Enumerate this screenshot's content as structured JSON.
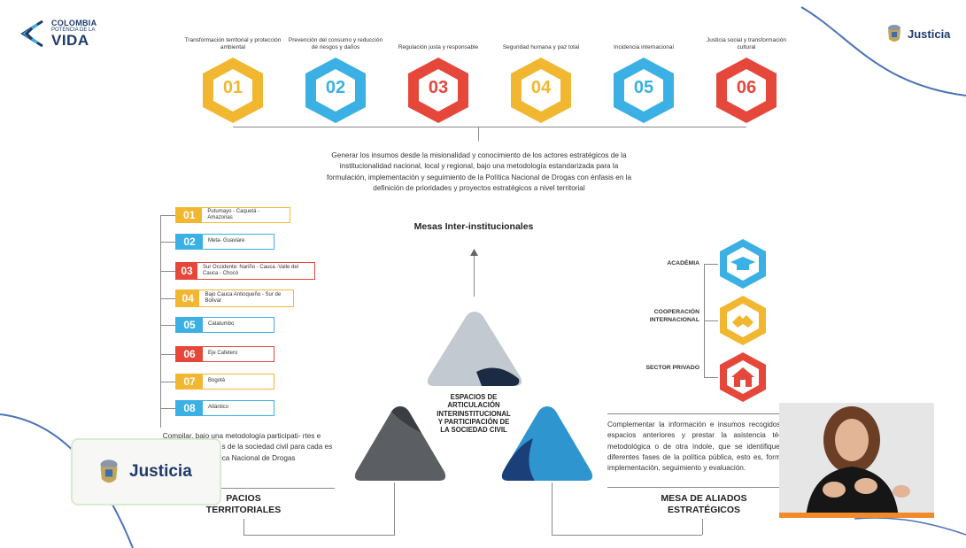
{
  "logos": {
    "colombia_line1": "COLOMBIA",
    "colombia_line2": "POTENCIA DE LA",
    "colombia_line3": "VIDA",
    "justicia": "Justicia"
  },
  "top_steps": [
    {
      "num": "01",
      "label": "Transformación territorial y protección ambiental",
      "color": "#f2b731"
    },
    {
      "num": "02",
      "label": "Prevención del consumo y reducción de riesgos y daños",
      "color": "#3bb0e4"
    },
    {
      "num": "03",
      "label": "Regulación justa y responsable",
      "color": "#e5473b"
    },
    {
      "num": "04",
      "label": "Seguridad humana y paz total",
      "color": "#f2b731"
    },
    {
      "num": "05",
      "label": "Incidencia internacional",
      "color": "#3bb0e4"
    },
    {
      "num": "06",
      "label": "Justicia social y transformación cultural",
      "color": "#e5473b"
    }
  ],
  "mesas": {
    "description": "Generar los insumos desde la misionalidad y conocimiento de los actores estratégicos de la institucionalidad nacional, local y regional, bajo una metodología estandarizada para la formulación, implementación y seguimiento de la Política Nacional de Drogas con énfasis en la definición de prioridades y proyectos estratégicos a nivel territorial",
    "title": "Mesas Inter-institucionales"
  },
  "regions": [
    {
      "num": "01",
      "label": "Putumayo - Caquetá - Amazonas",
      "color": "#f2b731"
    },
    {
      "num": "02",
      "label": "Meta- Guaviare",
      "color": "#3bb0e4"
    },
    {
      "num": "03",
      "label": "Sur Occidente: Nariño - Cauca -Valle del Cauca - Chocó",
      "color": "#e5473b"
    },
    {
      "num": "04",
      "label": "Bajo Cauca Antioqueño - Sur de Bolívar",
      "color": "#f2b731"
    },
    {
      "num": "05",
      "label": "Catatumbo",
      "color": "#3bb0e4"
    },
    {
      "num": "06",
      "label": "Eje Cafetero",
      "color": "#e5473b"
    },
    {
      "num": "07",
      "label": "Bogotá",
      "color": "#f2b731"
    },
    {
      "num": "08",
      "label": "Atlántico",
      "color": "#3bb0e4"
    }
  ],
  "espacios": {
    "description": "Compilar, bajo una metodología participati- rtes e insumos de los actores de la sociedad civil para cada es de la Política Nacional de Drogas",
    "title_line1": "PACIOS",
    "title_line2": "TERRITORIALES"
  },
  "center": {
    "line1": "ESPACIOS DE",
    "line2": "ARTICULACIÓN",
    "line3": "INTERINSTITUCIONAL",
    "line4": "Y PARTICIPACIÓN DE",
    "line5": "LA SOCIEDAD CIVIL"
  },
  "allies": [
    {
      "label": "ACADÉMIA",
      "icon": "graduation-cap-icon",
      "color": "#3bb0e4"
    },
    {
      "label": "COOPERACIÓN INTERNACIONAL",
      "icon": "handshake-icon",
      "color": "#f2b731"
    },
    {
      "label": "SECTOR PRIVADO",
      "icon": "house-icon",
      "color": "#e5473b"
    }
  ],
  "aliados": {
    "description": "Complementar la información e insumos recogidos en los espacios anteriores y prestar la asistencia técnica y metodológica o de otra índole, que se identifique en las diferentes fases de la política pública, esto es, formulación, implementación, seguimiento y evaluación.",
    "title_line1": "MESA DE ALIADOS",
    "title_line2": "ESTRATÉGICOS"
  },
  "colors": {
    "yellow": "#f2b731",
    "blue": "#3bb0e4",
    "red": "#e5473b",
    "navy": "#1e3a6b",
    "gray": "#5b5e63"
  }
}
